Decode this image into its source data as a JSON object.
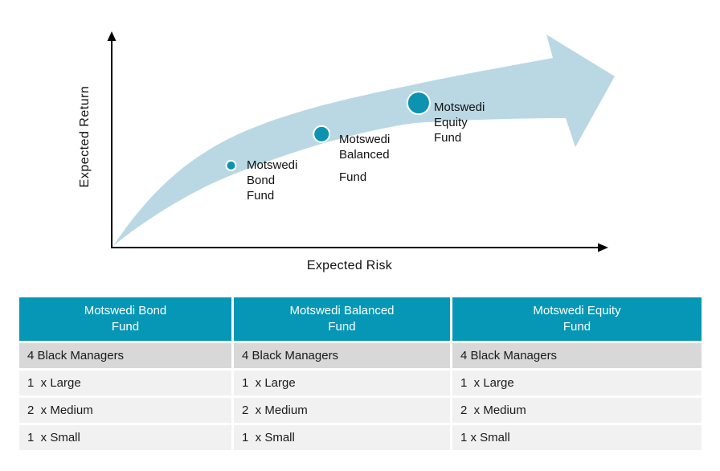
{
  "colors": {
    "accent_teal": "#0697B6",
    "marker_teal": "#0D93B2",
    "band_blue": "#B9D8E4",
    "row_gray_dark": "#D8D8D8",
    "row_gray_light": "#F1F1F1"
  },
  "chart_data": {
    "type": "scatter",
    "title": "",
    "xlabel": "Expected Risk",
    "ylabel": "Expected Return",
    "grid": false,
    "legend": "none",
    "axis_ticks": "none (conceptual axes, no numeric scale)",
    "annotations": [
      "Broad light-blue arrow band curving upward to the right, indicating higher expected risk yields higher expected return"
    ],
    "points": [
      {
        "name": "Motswedi Bond Fund",
        "label_lines": [
          "Motswedi",
          "Bond",
          "Fund"
        ],
        "risk_rel": 0.241,
        "return_rel": 0.379,
        "marker_radius": 6
      },
      {
        "name": "Motswedi Balanced Fund",
        "label_lines": [
          "Motswedi",
          "Balanced",
          "Fund"
        ],
        "risk_rel": 0.424,
        "return_rel": 0.527,
        "marker_radius": 10
      },
      {
        "name": "Motswedi Equity Fund",
        "label_lines": [
          "Motswedi",
          "Equity",
          "Fund"
        ],
        "risk_rel": 0.62,
        "return_rel": 0.674,
        "marker_radius": 14
      }
    ]
  },
  "table": {
    "columns": [
      {
        "header": "Motswedi Bond\nFund",
        "rows": [
          "4 Black Managers",
          "1  x Large",
          "2  x Medium",
          "1  x Small"
        ]
      },
      {
        "header": "Motswedi Balanced\nFund",
        "rows": [
          "4 Black Managers",
          "1  x Large",
          "2  x Medium",
          "1  x Small"
        ]
      },
      {
        "header": "Motswedi Equity\nFund",
        "rows": [
          "4 Black Managers",
          "1  x Large",
          "2  x Medium",
          "1 x Small"
        ]
      }
    ]
  }
}
